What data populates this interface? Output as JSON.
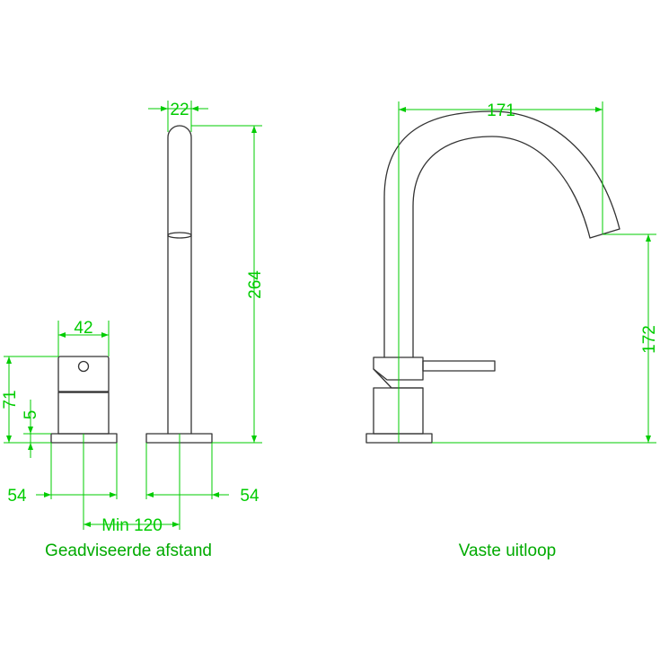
{
  "dimensions": {
    "d22": "22",
    "d264": "264",
    "d42": "42",
    "d71": "71",
    "d5": "5",
    "d54_left": "54",
    "d54_right": "54",
    "dmin120": "Min 120",
    "d171": "171",
    "d172": "172"
  },
  "captions": {
    "left": "Geadviseerde afstand",
    "right": "Vaste uitloop"
  },
  "colors": {
    "dimension": "#00cc00",
    "outline": "#333333",
    "background": "#ffffff"
  }
}
